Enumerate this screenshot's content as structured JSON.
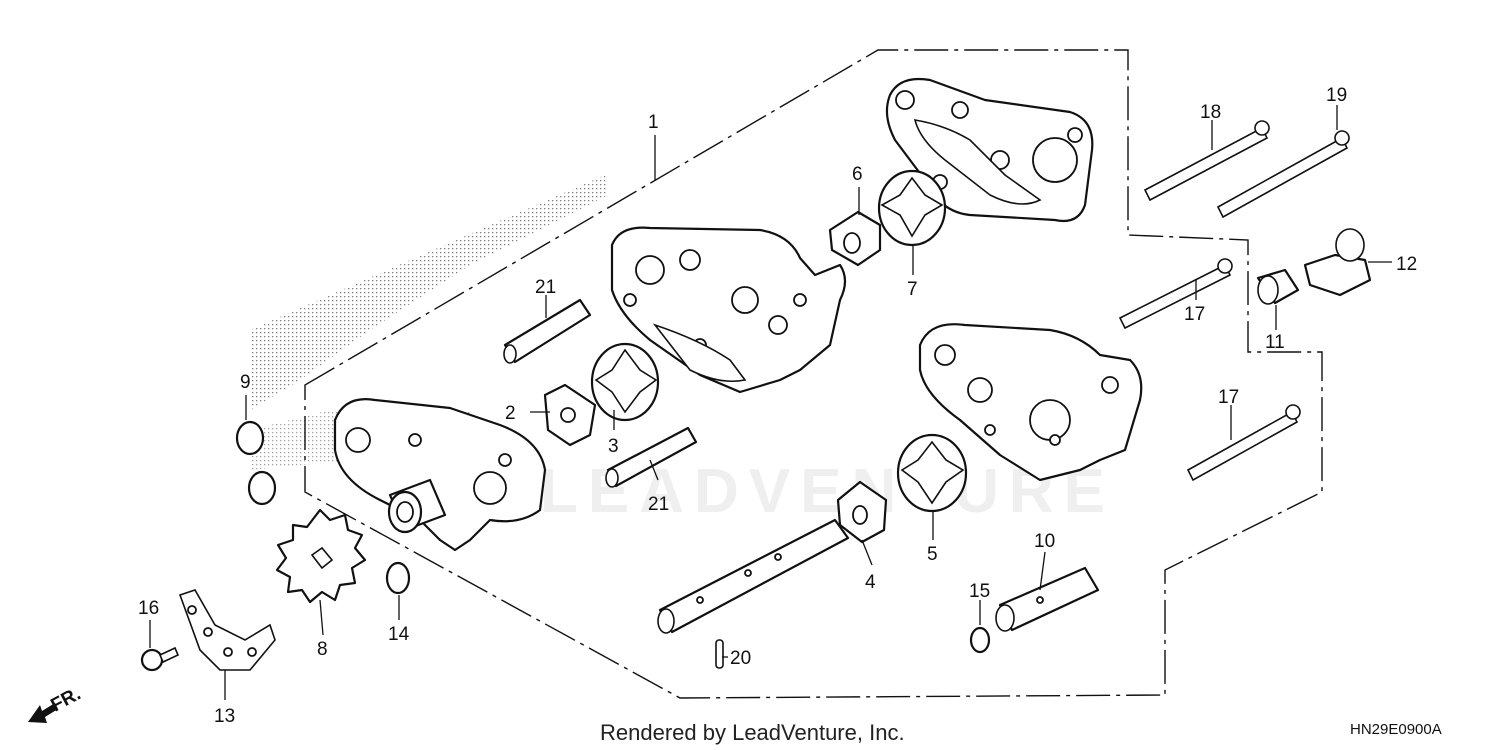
{
  "callouts": [
    "1",
    "2",
    "3",
    "4",
    "5",
    "6",
    "7",
    "8",
    "9",
    "10",
    "11",
    "12",
    "13",
    "14",
    "15",
    "16",
    "17",
    "17",
    "18",
    "19",
    "20",
    "21",
    "21"
  ],
  "front_label": "FR.",
  "footer": {
    "credit": "Rendered by LeadVenture, Inc.",
    "diagram_code": "HN29E0900A"
  },
  "watermark": "LEADVENTURE"
}
